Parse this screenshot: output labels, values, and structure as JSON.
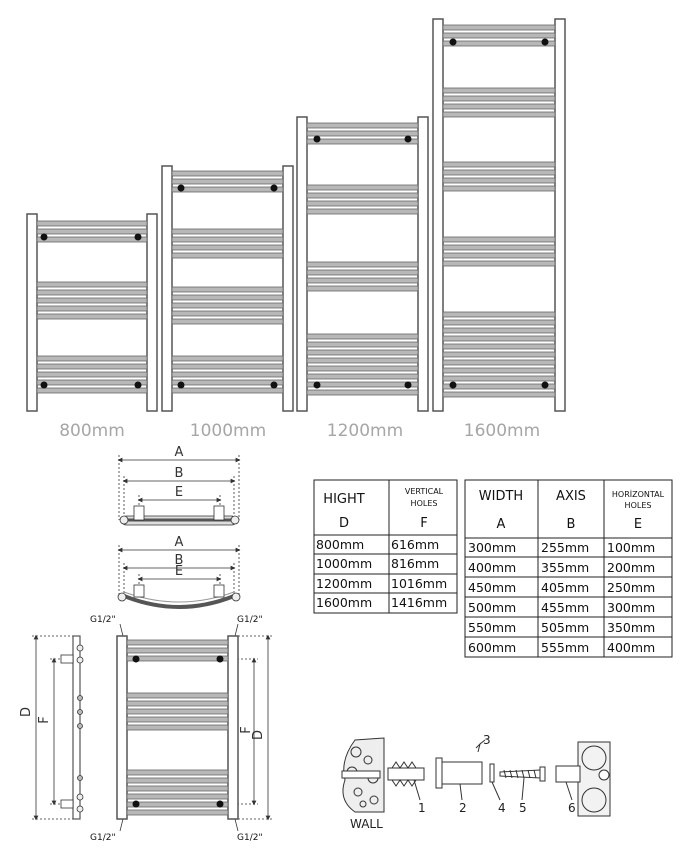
{
  "radiator_sizes": [
    {
      "label": "800mm"
    },
    {
      "label": "1000mm"
    },
    {
      "label": "1200mm"
    },
    {
      "label": "1600mm"
    }
  ],
  "top_view_letters": {
    "a": "A",
    "b": "B",
    "e": "E"
  },
  "front_view": {
    "thread_labels": [
      "G1/2\"",
      "G1/2\"",
      "G1/2\"",
      "G1/2\""
    ],
    "dimension_letters": {
      "d": "D",
      "f": "F"
    }
  },
  "height_table": {
    "header_1": "HIGHT",
    "header_1_letter": "D",
    "header_2_line1": "VERTICAL",
    "header_2_line2": "HOLES",
    "header_2_letter": "F",
    "rows": [
      [
        "800mm",
        "616mm"
      ],
      [
        "1000mm",
        "816mm"
      ],
      [
        "1200mm",
        "1016mm"
      ],
      [
        "1600mm",
        "1416mm"
      ]
    ]
  },
  "width_table": {
    "header_1": "WIDTH",
    "header_1_letter": "A",
    "header_2": "AXIS",
    "header_2_letter": "B",
    "header_3_line1": "HORİZONTAL",
    "header_3_line2": "HOLES",
    "header_3_letter": "E",
    "rows": [
      [
        "300mm",
        "255mm",
        "100mm"
      ],
      [
        "400mm",
        "355mm",
        "200mm"
      ],
      [
        "450mm",
        "405mm",
        "250mm"
      ],
      [
        "500mm",
        "455mm",
        "300mm"
      ],
      [
        "550mm",
        "505mm",
        "350mm"
      ],
      [
        "600mm",
        "555mm",
        "400mm"
      ]
    ]
  },
  "mounting_kit": {
    "wall_label": "WALL",
    "part_numbers": [
      "1",
      "2",
      "3",
      "4",
      "5",
      "6"
    ]
  }
}
